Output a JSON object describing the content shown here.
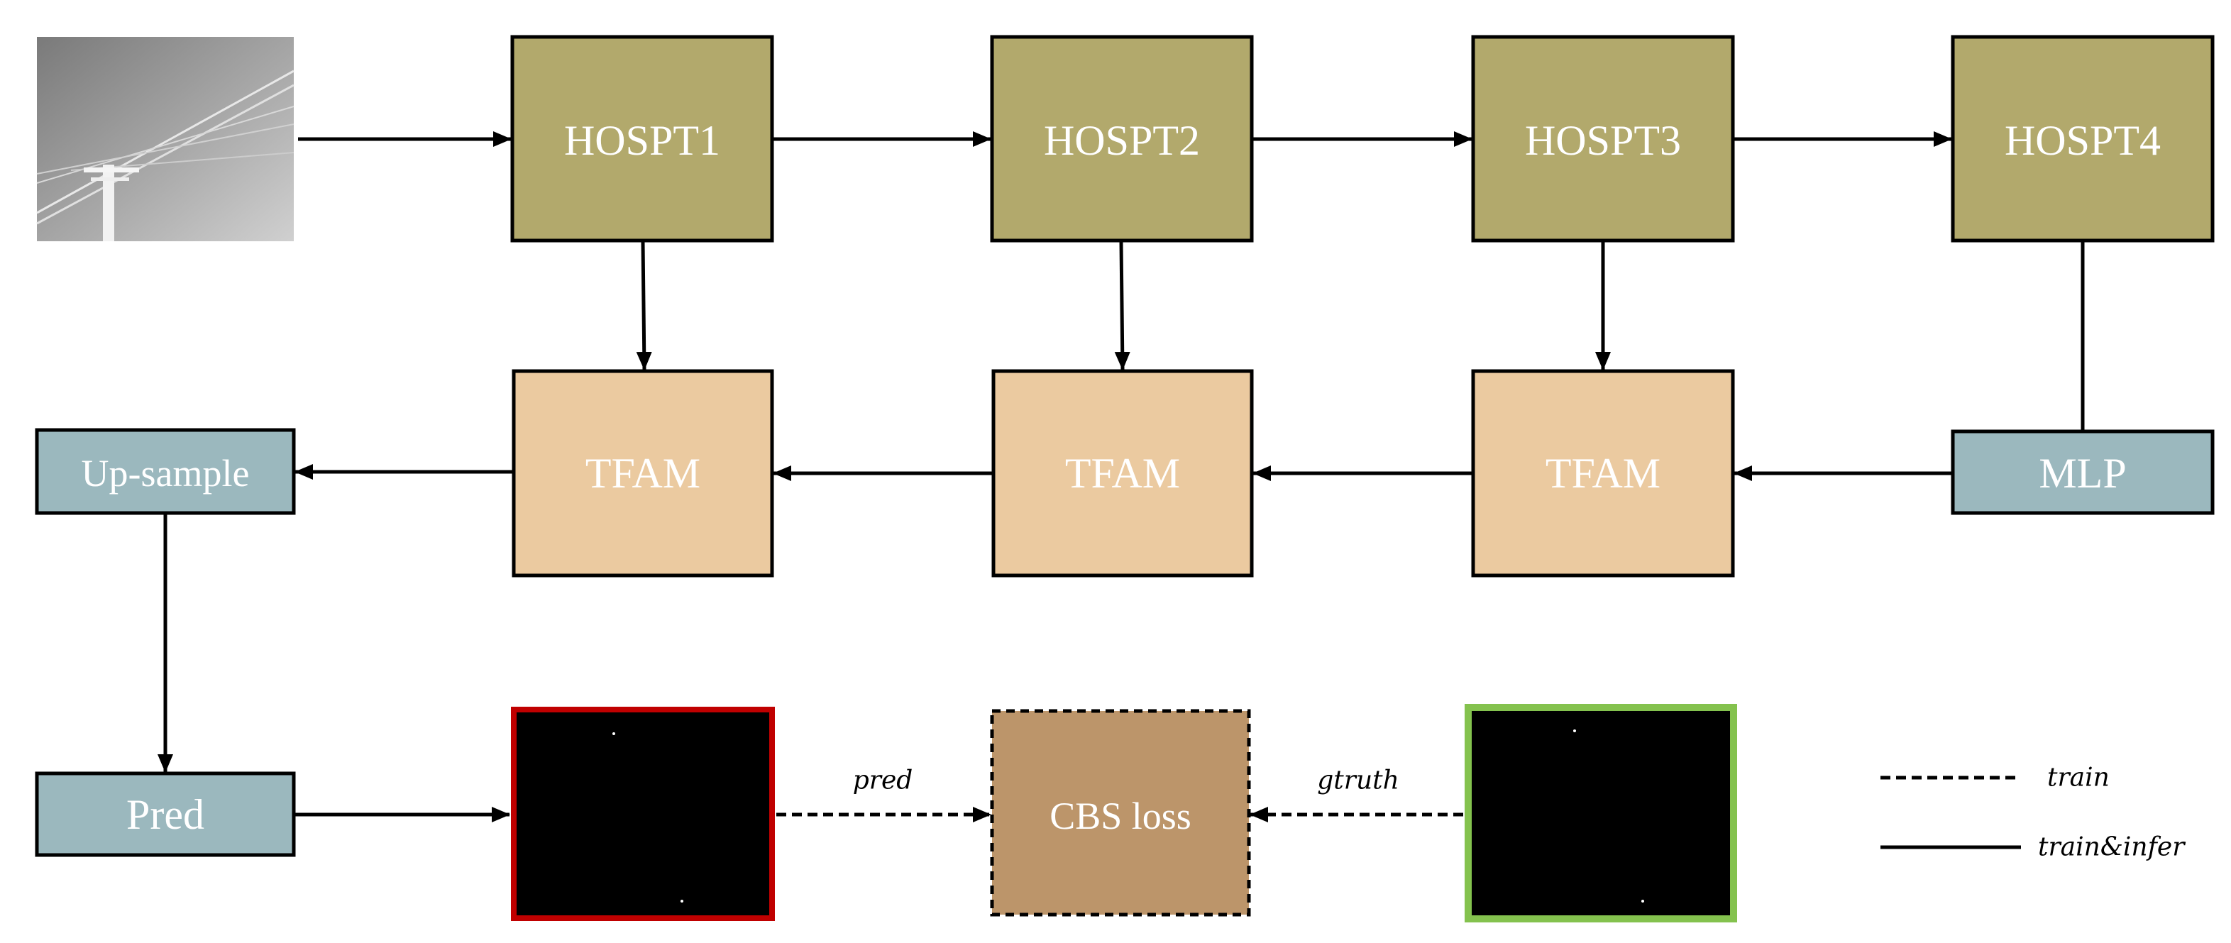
{
  "colors": {
    "hospt_fill": "#b2a96c",
    "tfam_fill": "#ebcaa0",
    "blue_fill": "#9bb8be",
    "loss_fill": "#bc956a",
    "pred_border": "#c00000",
    "gt_border": "#84c24e",
    "stroke": "#000000"
  },
  "input_image": {
    "icon": "infrared-power-line-image"
  },
  "encoder": {
    "hospt1": "HOSPT1",
    "hospt2": "HOSPT2",
    "hospt3": "HOSPT3",
    "hospt4": "HOSPT4"
  },
  "decoder": {
    "tfam1": "TFAM",
    "tfam2": "TFAM",
    "tfam3": "TFAM",
    "mlp": "MLP",
    "upsample": "Up-sample",
    "pred": "Pred"
  },
  "loss": {
    "label": "CBS loss",
    "pred_edge": "pred",
    "gtruth_edge": "gtruth",
    "pred_map_icon": "prediction-mask-image",
    "gt_map_icon": "ground-truth-mask-image"
  },
  "legend": {
    "dashed": "train",
    "solid": "train&infer"
  }
}
